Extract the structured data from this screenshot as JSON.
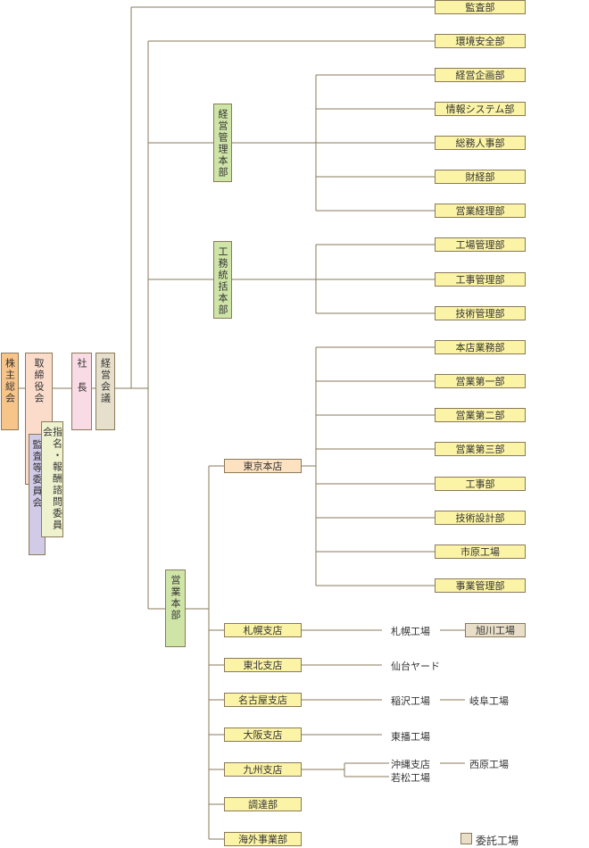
{
  "colors": {
    "line": "#8a7a5a",
    "dept": "#fbf3a5",
    "branch": "#fde2c2",
    "hq": "#cfe5a7",
    "shareholders": "#f7c48a",
    "board": "#fbdccb",
    "nomination": "#eef2cf",
    "audit": "#d2cbe8",
    "president": "#f9dbe6",
    "mgmt_council": "#e6dfcc",
    "consigned": "#e9dfc9"
  },
  "top": {
    "shareholders": "株主総会",
    "board": "取締役会",
    "nomination": "指名・報酬諮問委員会",
    "audit": "監査等委員会",
    "president": "社長",
    "mgmt_council": "経営会議"
  },
  "direct_depts": [
    "監査部",
    "環境安全部"
  ],
  "keiei": {
    "name": "経営管理本部",
    "depts": [
      "経営企画部",
      "情報システム部",
      "総務人事部",
      "財経部",
      "営業経理部"
    ]
  },
  "komu": {
    "name": "工務統括本部",
    "depts": [
      "工場管理部",
      "工事管理部",
      "技術管理部"
    ]
  },
  "eigyo": {
    "name": "営業本部",
    "tokyo": {
      "name": "東京本店",
      "depts": [
        "本店業務部",
        "営業第一部",
        "営業第二部",
        "営業第三部",
        "工事部",
        "技術設計部",
        "市原工場",
        "事業管理部"
      ]
    },
    "branches": [
      "札幌支店",
      "東北支店",
      "名古屋支店",
      "大阪支店",
      "九州支店",
      "調達部",
      "海外事業部"
    ]
  },
  "factories": {
    "sapporo": "札幌工場",
    "asahikawa": "旭川工場",
    "sendai": "仙台ヤード",
    "inazawa": "稲沢工場",
    "gifu": "岐阜工場",
    "tobanri": "東播工場",
    "okinawa": "沖縄支店",
    "nishihara": "西原工場",
    "wakamatsu": "若松工場"
  },
  "legend": {
    "consigned": "委託工場"
  }
}
